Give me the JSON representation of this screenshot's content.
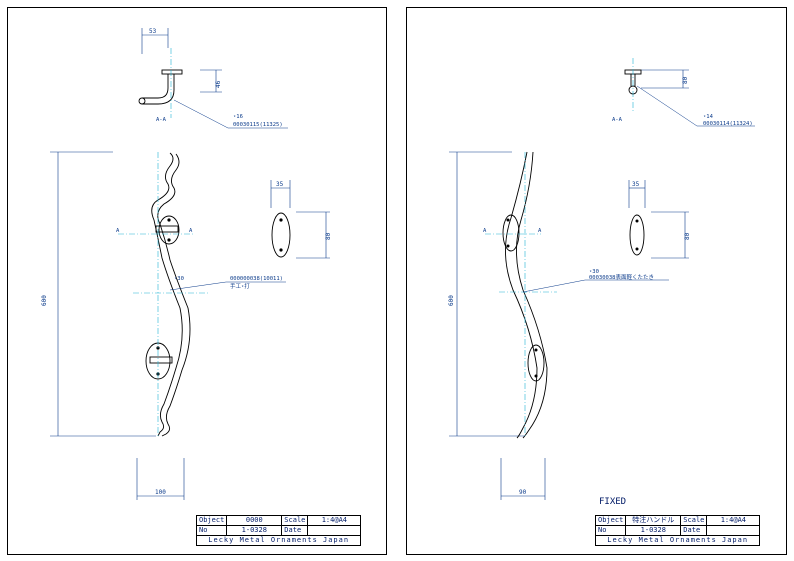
{
  "sheets": [
    {
      "dims": {
        "top_width": "53",
        "top_height": "46",
        "overall_height": "600",
        "plate_width": "35",
        "plate_height": "80",
        "bottom_width": "100"
      },
      "section_label": "A-A",
      "section_marker": "A",
      "annotations": {
        "top_radius": "⋆16",
        "top_code": "00030115(11325)",
        "mid_radius": "⋆30",
        "mid_code": "000000038(10011)",
        "mid_note": "手工⋆打"
      },
      "fixed_label": "",
      "title_block": {
        "object_label": "Object",
        "object_value": "0000",
        "scale_label": "Scale",
        "scale_value": "1:4@A4",
        "no_label": "No",
        "no_value": "1-0328",
        "date_label": "Date",
        "date_value": "",
        "company": "Lecky Metal Ornaments Japan"
      }
    },
    {
      "dims": {
        "top_height": "80",
        "plate_width": "35",
        "plate_height": "80",
        "overall_height": "600",
        "bottom_width": "90"
      },
      "section_label": "A-A",
      "section_marker": "A",
      "annotations": {
        "top_radius": "⋆14",
        "top_code": "00030114(11324)",
        "mid_radius": "⋆30",
        "mid_code": "00030038表面軽くたたき",
        "mid_note": ""
      },
      "fixed_label": "FIXED",
      "title_block": {
        "object_label": "Object",
        "object_value": "特注ハンドル",
        "scale_label": "Scale",
        "scale_value": "1:4@A4",
        "no_label": "No",
        "no_value": "1-0328",
        "date_label": "Date",
        "date_value": "",
        "company": "Lecky Metal Ornaments Japan"
      }
    }
  ],
  "colors": {
    "dimension": "#0a3a8a",
    "centerline": "#22b5d6",
    "outline": "#000000"
  }
}
